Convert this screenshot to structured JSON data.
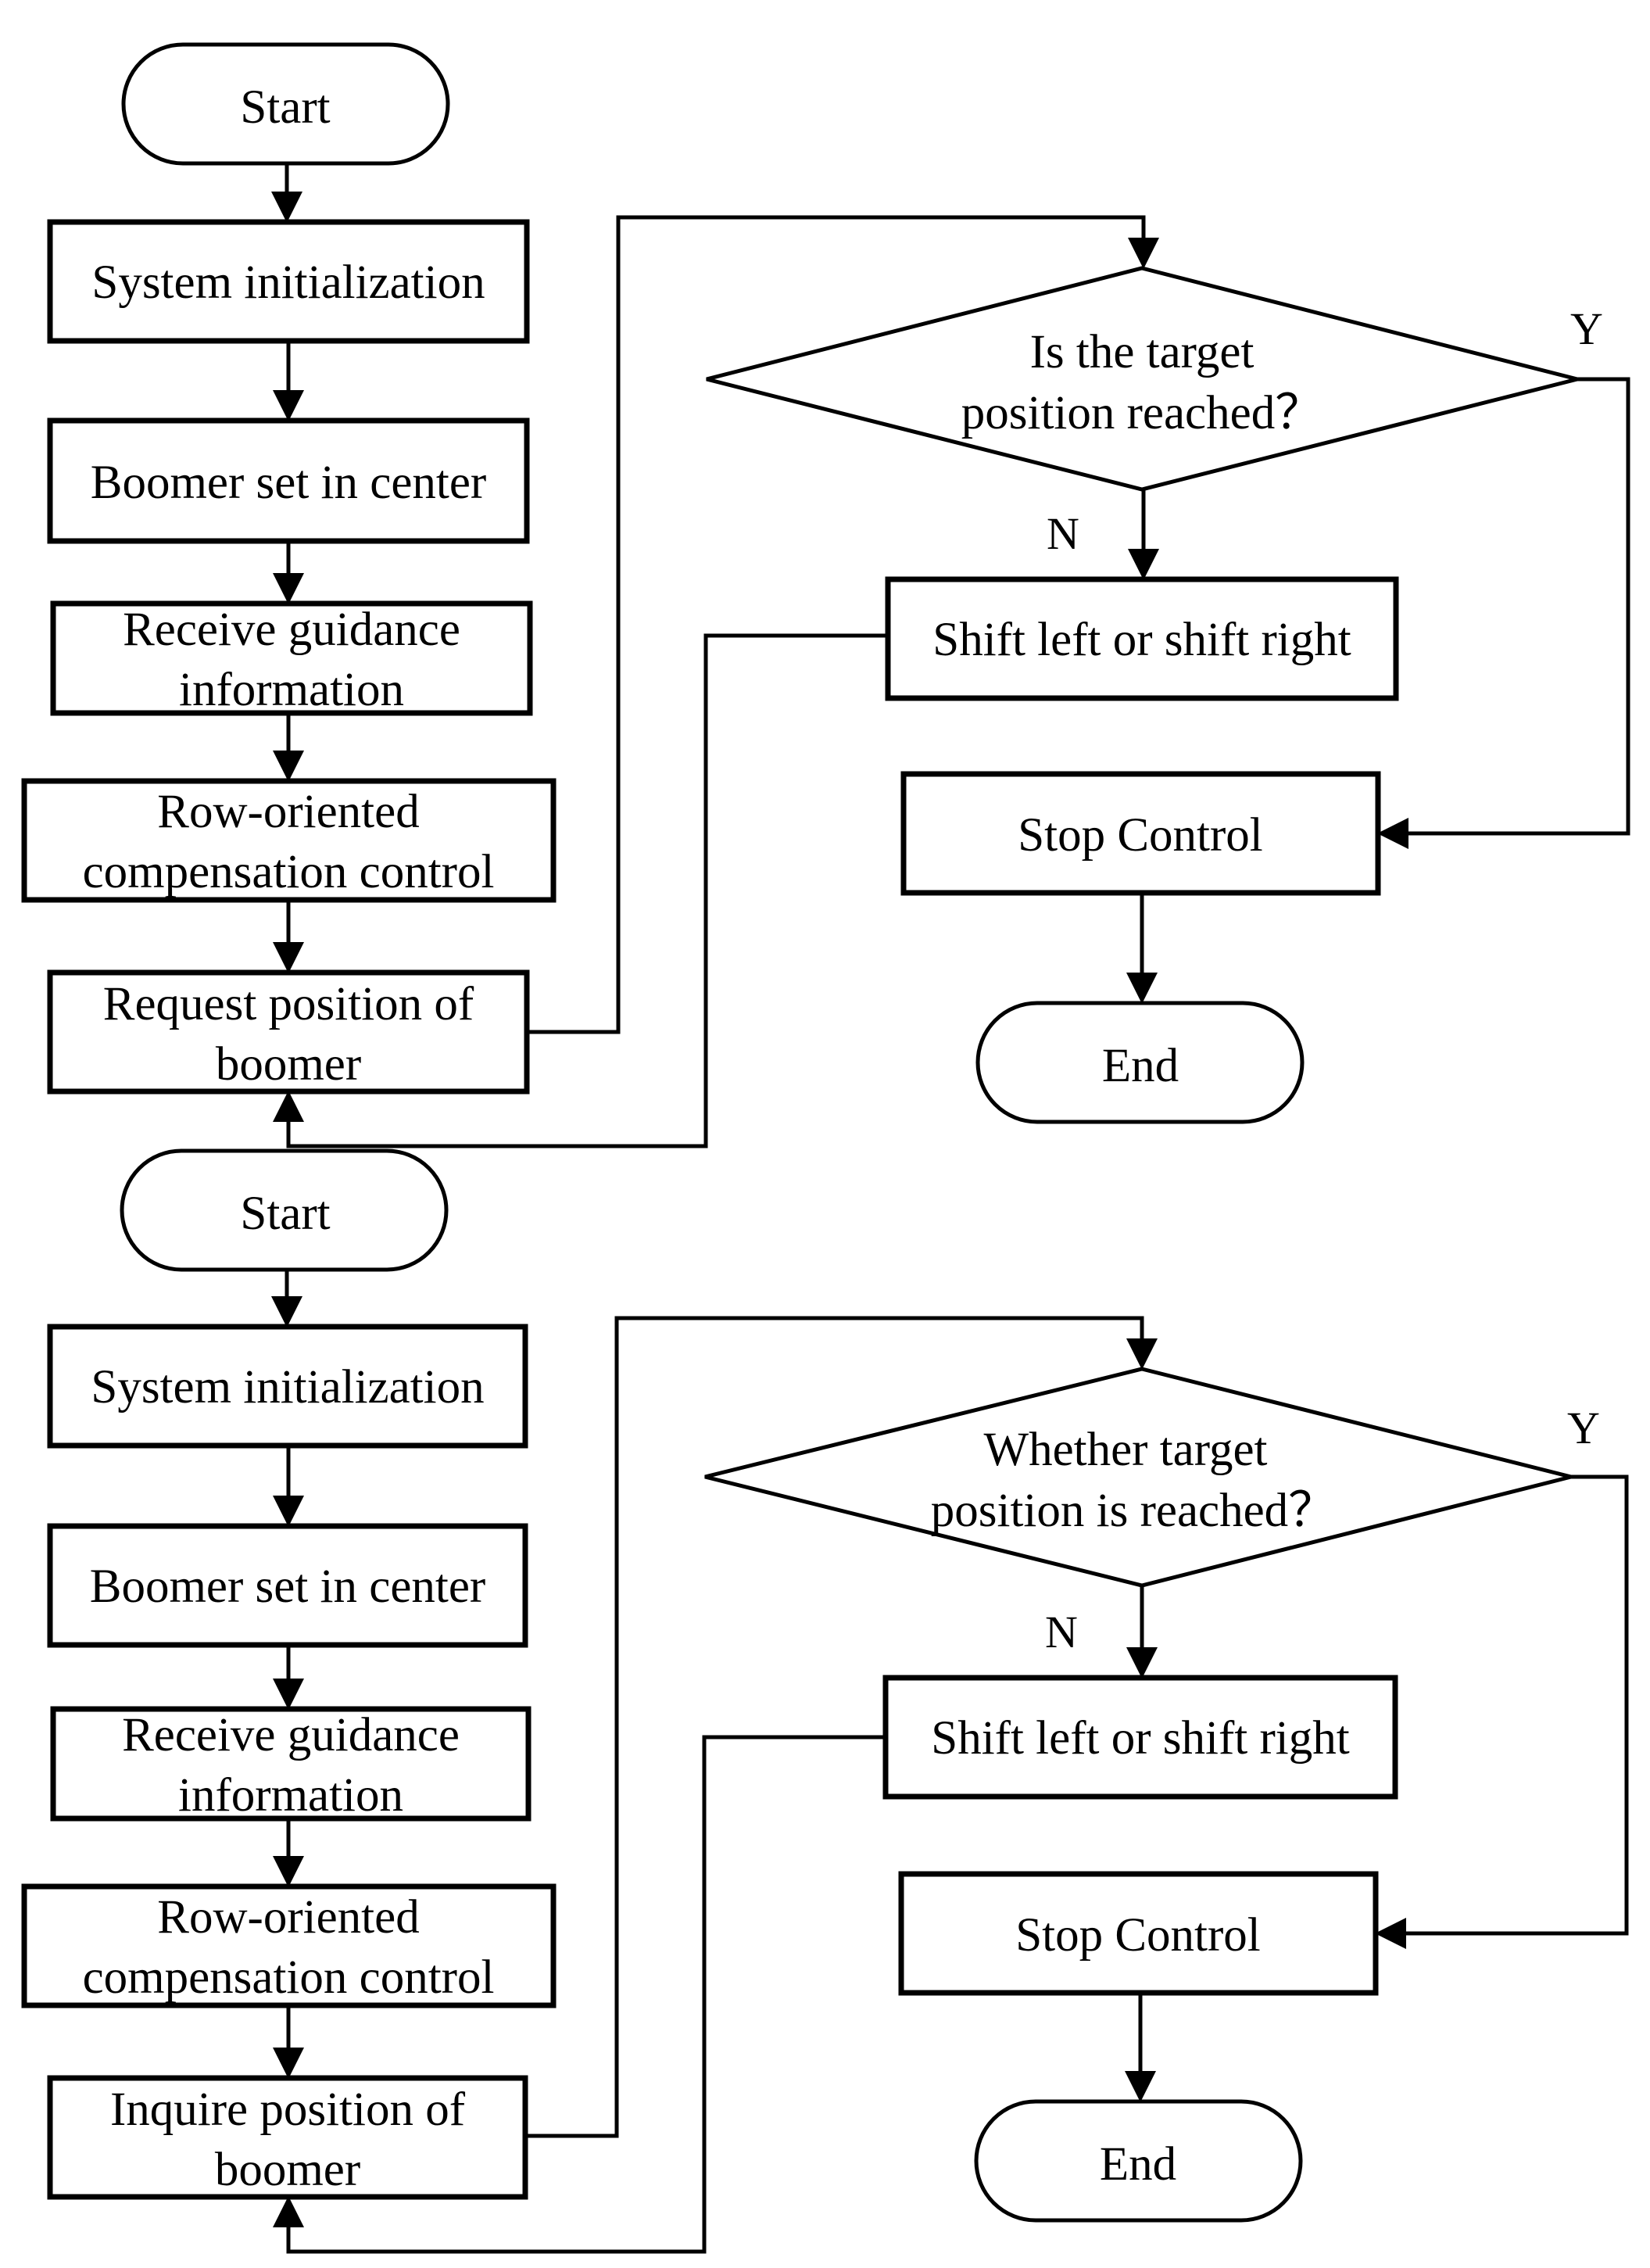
{
  "flowcharts": [
    {
      "start": "Start",
      "init": "System initialization",
      "center": "Boomer set in center",
      "guidance": [
        "Receive guidance",
        "information"
      ],
      "compensation": [
        "Row-oriented",
        "compensation control"
      ],
      "request": [
        "Request position of",
        "boomer"
      ],
      "decision": [
        "Is the target",
        "position reached？"
      ],
      "yes": "Y",
      "no": "N",
      "shift": "Shift  left or shift right",
      "stop": "Stop Control",
      "end": "End"
    },
    {
      "start": "Start",
      "init": "System initialization",
      "center": "Boomer set in center",
      "guidance": [
        "Receive guidance",
        "information"
      ],
      "compensation": [
        "Row-oriented",
        "compensation control"
      ],
      "request": [
        "Inquire position of",
        "boomer"
      ],
      "decision": [
        "Whether target",
        "position is reached？"
      ],
      "yes": "Y",
      "no": "N",
      "shift": "Shift left or shift right",
      "stop": "Stop Control",
      "end": "End"
    }
  ]
}
